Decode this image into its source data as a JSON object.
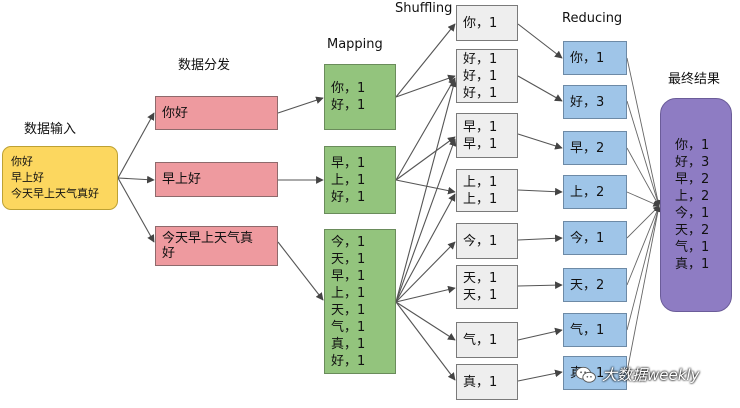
{
  "headings": {
    "input": "数据输入",
    "split": "数据分发",
    "mapping": "Mapping",
    "shuffling": "Shuffling",
    "reducing": "Reducing",
    "final": "最终结果"
  },
  "input_box": {
    "lines": [
      "你好",
      "早上好",
      "今天早上天气真好"
    ]
  },
  "split_boxes": [
    {
      "text": "你好"
    },
    {
      "text": "早上好"
    },
    {
      "text": "今天早上天气真\n好"
    }
  ],
  "map_boxes": [
    {
      "lines": [
        "你，1",
        "好，1"
      ]
    },
    {
      "lines": [
        "早，1",
        "上，1",
        "好，1"
      ]
    },
    {
      "lines": [
        "今，1",
        "天，1",
        "早，1",
        "上，1",
        "天，1",
        "气，1",
        "真，1",
        "好，1"
      ]
    }
  ],
  "shuffle_boxes": [
    {
      "lines": [
        "你，1"
      ]
    },
    {
      "lines": [
        "好，1",
        "好，1",
        "好，1"
      ]
    },
    {
      "lines": [
        "早，1",
        "早，1"
      ]
    },
    {
      "lines": [
        "上，1",
        "上，1"
      ]
    },
    {
      "lines": [
        "今，1"
      ]
    },
    {
      "lines": [
        "天，1",
        "天，1"
      ]
    },
    {
      "lines": [
        "气，1"
      ]
    },
    {
      "lines": [
        "真，1"
      ]
    }
  ],
  "reduce_boxes": [
    {
      "text": "你，1"
    },
    {
      "text": "好，3"
    },
    {
      "text": "早，2"
    },
    {
      "text": "上，2"
    },
    {
      "text": "今，1"
    },
    {
      "text": "天，2"
    },
    {
      "text": "气，1"
    },
    {
      "text": "真，1"
    }
  ],
  "final_box": {
    "lines": [
      "你，1",
      "好，3",
      "早，2",
      "上，2",
      "今，1",
      "天，2",
      "气，1",
      "真，1"
    ]
  },
  "watermark": {
    "text": "大数据weekly",
    "icon": "wechat-icon"
  },
  "colors": {
    "input": "#fcd75f",
    "split": "#ee9a9f",
    "map": "#93c47d",
    "shuffle": "#eeeeee",
    "reduce": "#9fc5e8",
    "final": "#8e7cc3",
    "edge": "#444444"
  }
}
